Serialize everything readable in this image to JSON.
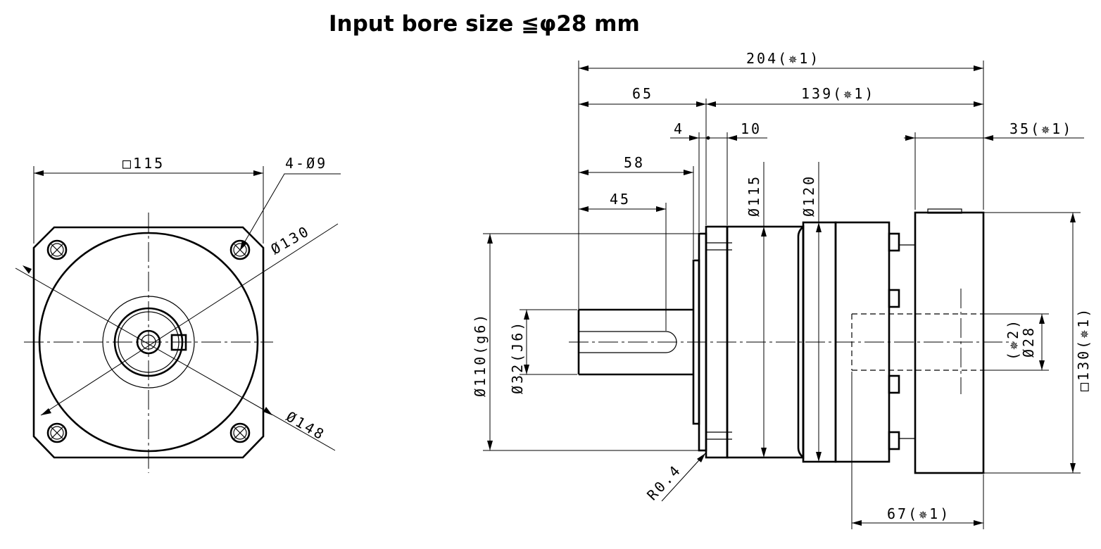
{
  "title": "Input bore size  ≦φ28 mm",
  "front_view": {
    "square_label": "□115",
    "holes_label": "4-Ø9",
    "pcd_label": "Ø130",
    "outer_label": "Ø148"
  },
  "side_view": {
    "overall_label": "204(✵1)",
    "flange_to_shaft_label": "65",
    "body_length_label": "139(✵1)",
    "pilot_label": "4",
    "flange_label": "10",
    "adapter_label": "35(✵1)",
    "key_end_label": "58",
    "key_len_label": "45",
    "dia115_label": "Ø115",
    "dia120_label": "Ø120",
    "pilot_dia_label": "Ø110(g6)",
    "shaft_dia_label": "Ø32(J6)",
    "radius_label": "R0.4",
    "bore_note_label": "(✵2)",
    "bore_dia_label": "Ø28",
    "motor_flange_label": "□130(✵1)",
    "bore_depth_label": "67(✵1)"
  }
}
